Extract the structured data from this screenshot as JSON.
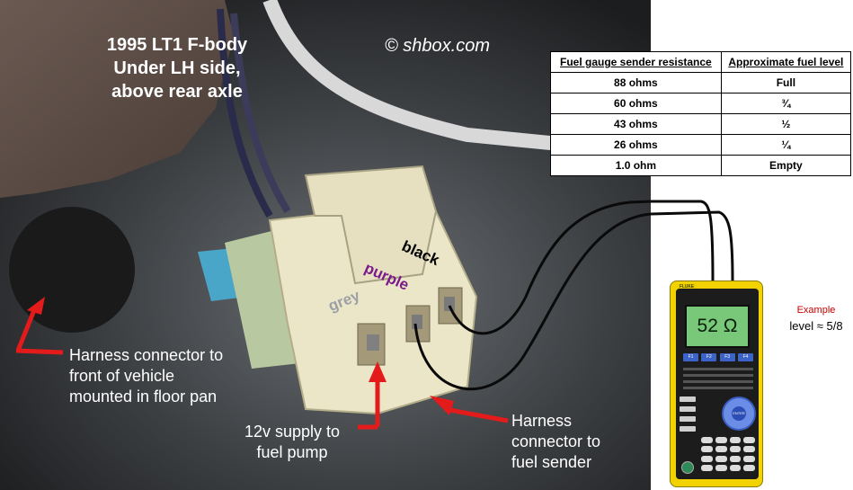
{
  "photo": {
    "title_lines": [
      "1995 LT1 F-body",
      "Under LH side,",
      "above rear axle"
    ],
    "copyright": "© shbox.com",
    "wire_labels": {
      "black": "black",
      "purple": "purple",
      "grey": "grey"
    },
    "callouts": {
      "front_harness": [
        "Harness connector to",
        "front of vehicle",
        "mounted in floor pan"
      ],
      "supply": [
        "12v supply to",
        "fuel pump"
      ],
      "sender": [
        "Harness",
        "connector to",
        "fuel sender"
      ]
    },
    "colors": {
      "arrow": "#e41b1b",
      "wire": "#0a0a0a",
      "meter_body": "#f2d200",
      "lcd": "#79c879"
    }
  },
  "table": {
    "headers": [
      "Fuel gauge sender resistance",
      "Approximate fuel level"
    ],
    "rows": [
      [
        "88 ohms",
        "Full"
      ],
      [
        "60 ohms",
        "¾"
      ],
      [
        "43 ohms",
        "½"
      ],
      [
        "26 ohms",
        "¼"
      ],
      [
        "1.0 ohm",
        "Empty"
      ]
    ]
  },
  "meter": {
    "brand": "FLUKE",
    "reading": "52 Ω",
    "fkeys": [
      "F1",
      "F2",
      "F3",
      "F4"
    ],
    "enter": "ENTER"
  },
  "example": {
    "title": "Example",
    "level": "level ≈ 5/8"
  }
}
